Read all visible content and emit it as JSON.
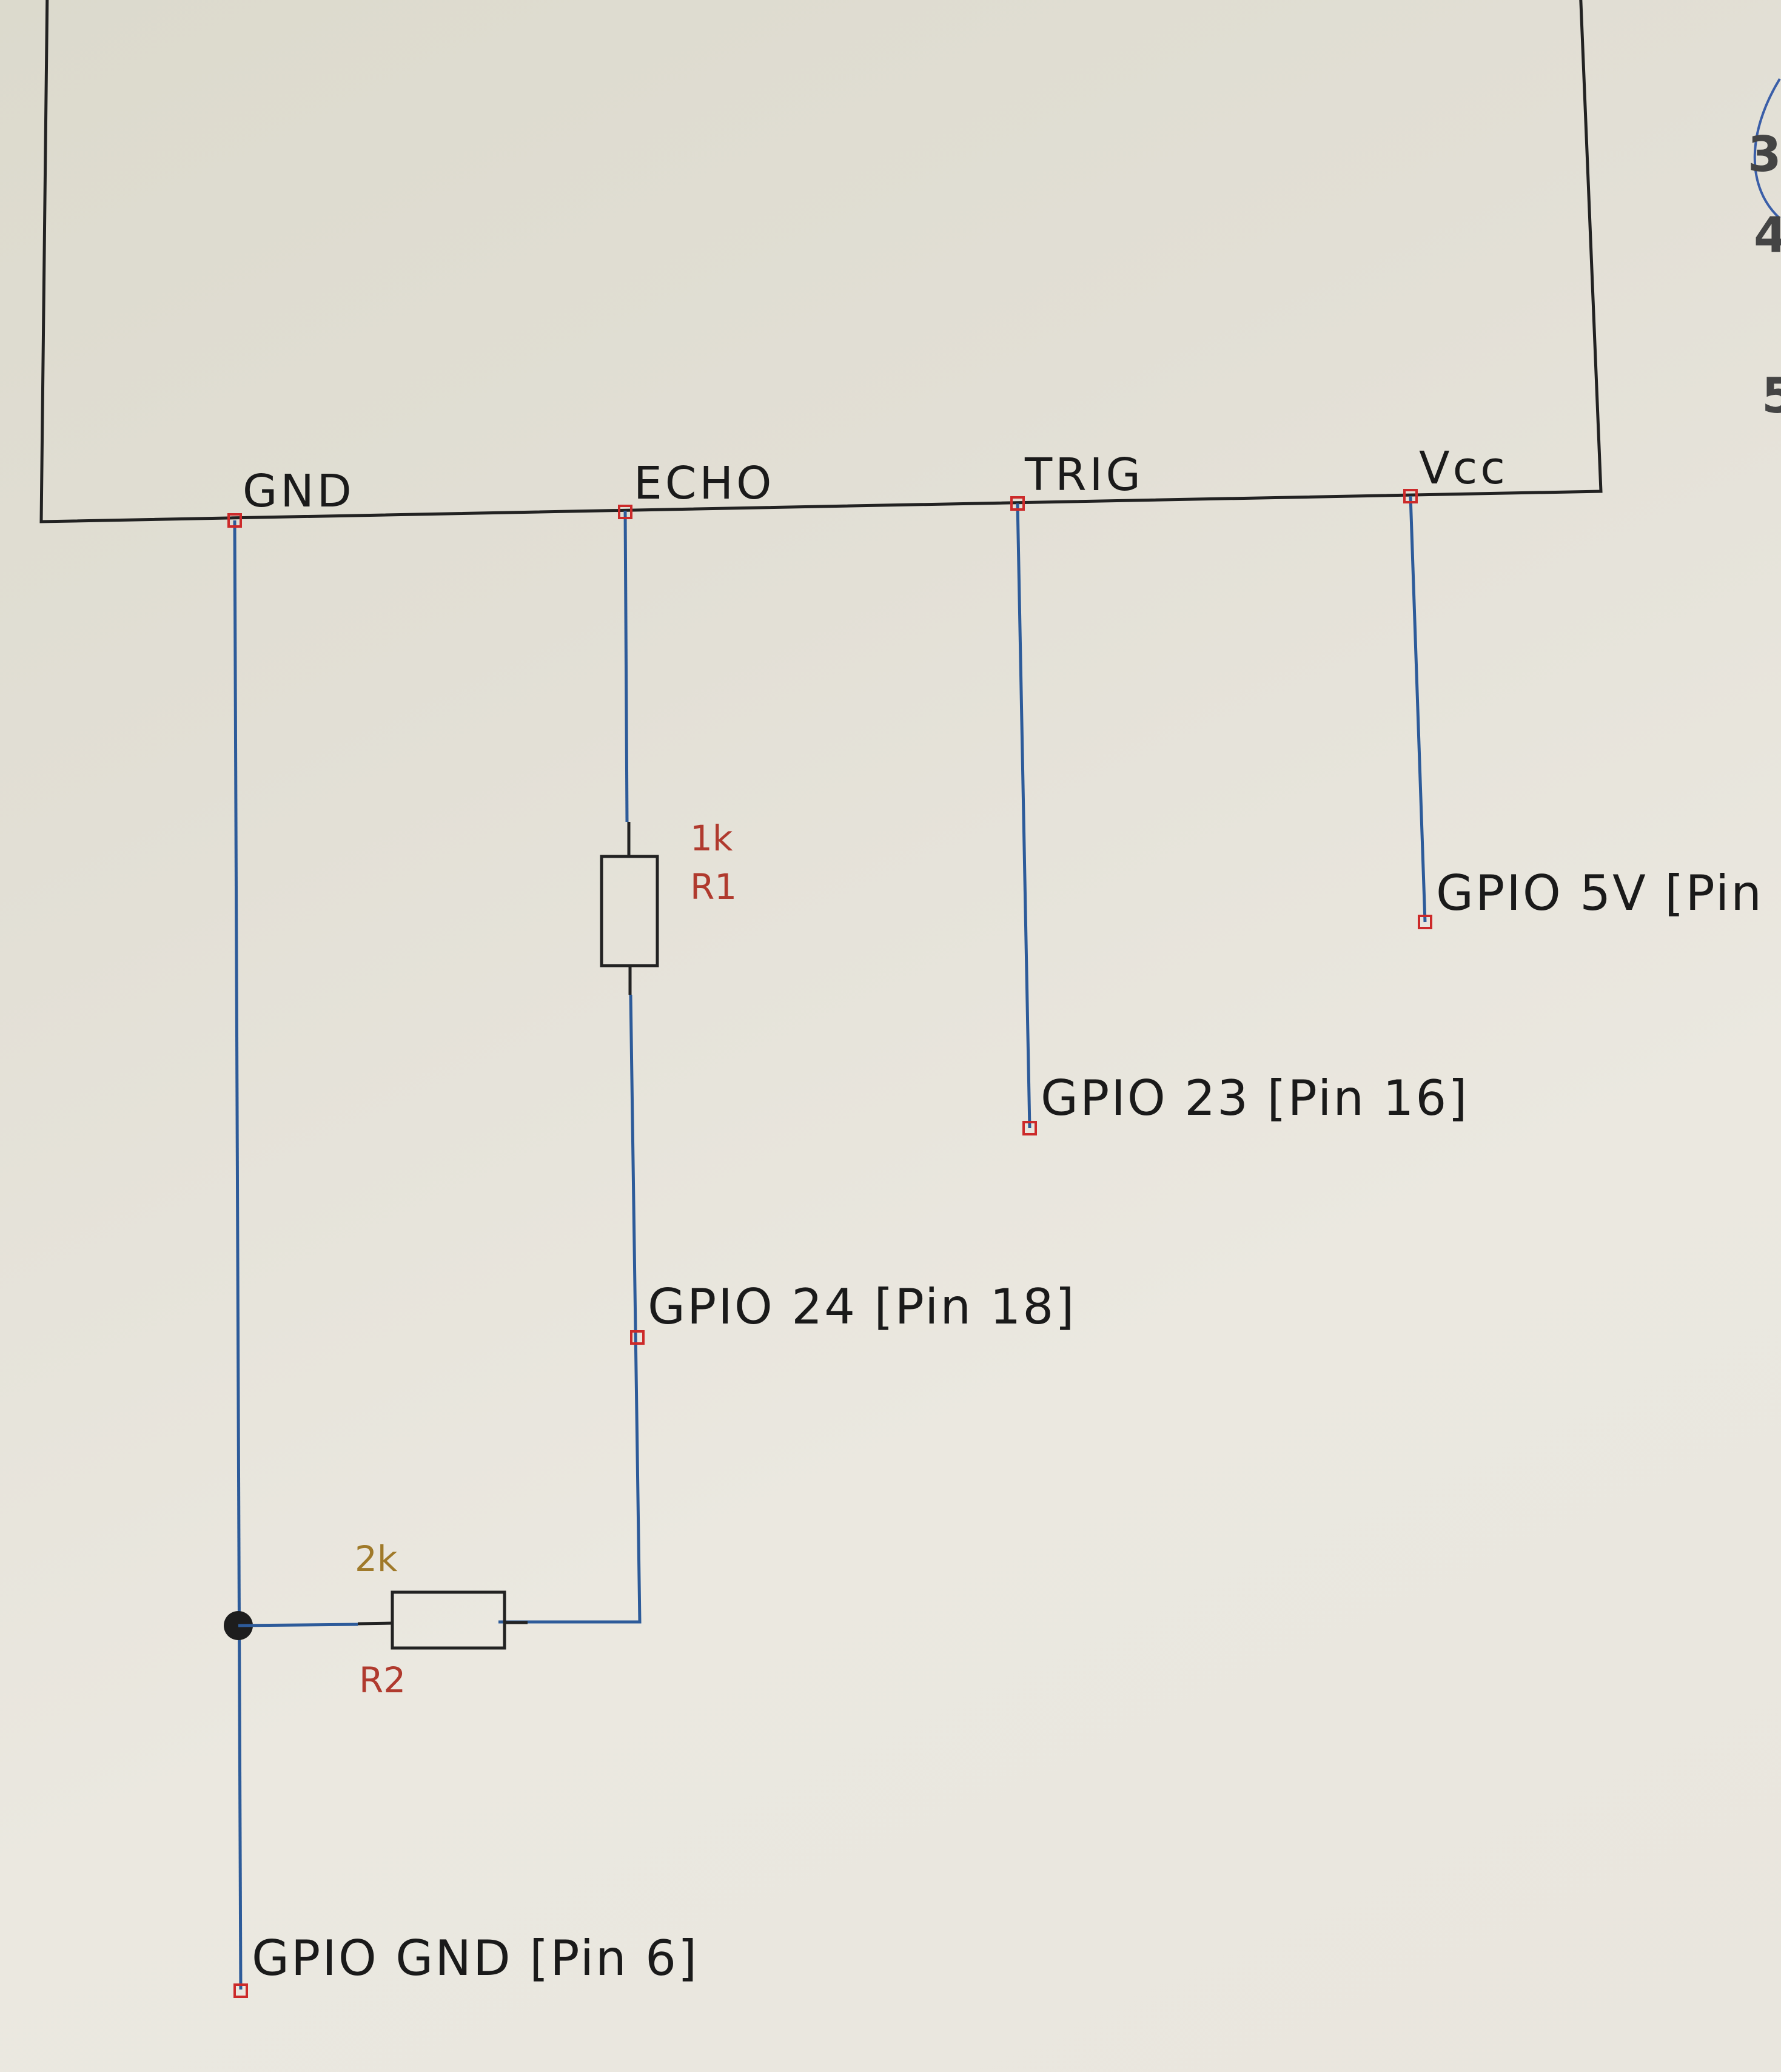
{
  "sensor": {
    "pins": [
      "GND",
      "ECHO",
      "TRIG",
      "Vcc"
    ]
  },
  "resistors": {
    "r1": {
      "value": "1k",
      "ref": "R1"
    },
    "r2": {
      "value": "2k",
      "ref": "R2"
    }
  },
  "connections": {
    "gpio5v": "GPIO 5V [Pin",
    "gpio23": "GPIO 23 [Pin 16]",
    "gpio24": "GPIO 24 [Pin 18]",
    "gnd": "GPIO GND [Pin 6]"
  },
  "edge_numbers": [
    "3",
    "4",
    "5"
  ],
  "colors": {
    "wire": "#2d5b9a",
    "terminal": "#cc2a2a",
    "resistor_label": "#b03a2e",
    "paper": "#e6e3da"
  }
}
